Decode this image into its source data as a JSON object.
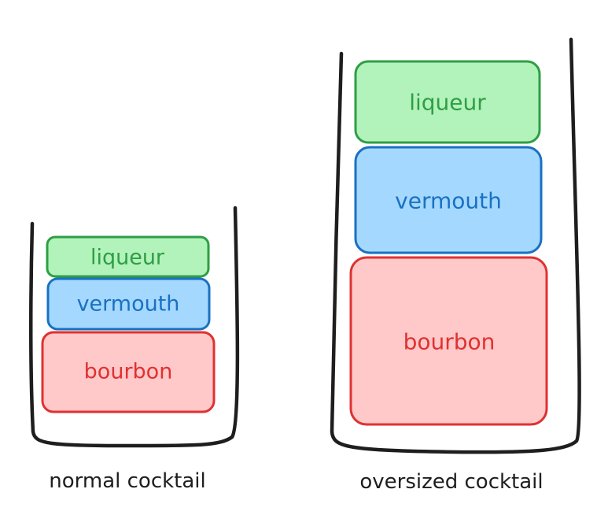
{
  "colors": {
    "liqueur_fill": "#b2f2bb",
    "liqueur_stroke": "#2f9e44",
    "vermouth_fill": "#a5d8ff",
    "vermouth_stroke": "#1971c2",
    "bourbon_fill": "#ffc9c9",
    "bourbon_stroke": "#e03131",
    "outline": "#1e1e1e"
  },
  "glasses": [
    {
      "caption": "normal cocktail",
      "layers": [
        {
          "key": "liqueur",
          "label": "liqueur"
        },
        {
          "key": "vermouth",
          "label": "vermouth"
        },
        {
          "key": "bourbon",
          "label": "bourbon"
        }
      ]
    },
    {
      "caption": "oversized cocktail",
      "layers": [
        {
          "key": "liqueur",
          "label": "liqueur"
        },
        {
          "key": "vermouth",
          "label": "vermouth"
        },
        {
          "key": "bourbon",
          "label": "bourbon"
        }
      ]
    }
  ]
}
